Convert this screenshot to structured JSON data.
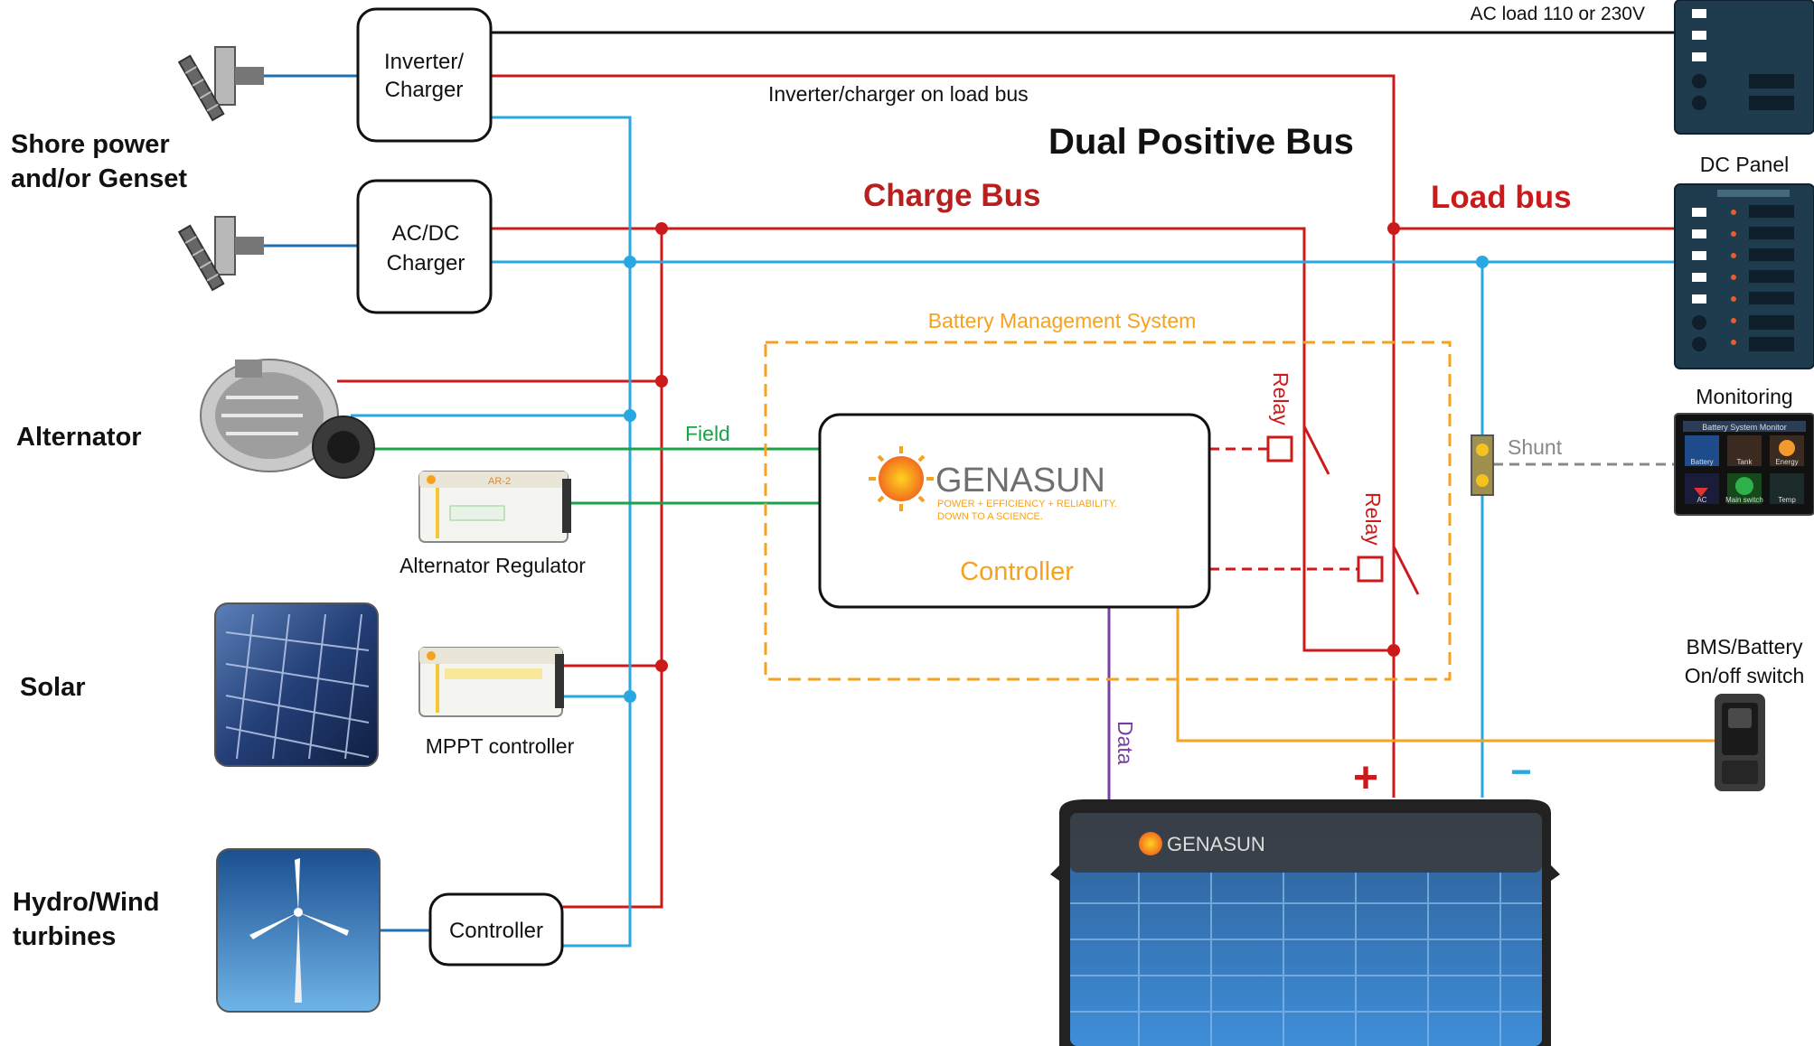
{
  "colors": {
    "black": "#111111",
    "red": "#cc1a1a",
    "blue": "#29a7e1",
    "green": "#19a24a",
    "orange": "#f5a21f",
    "purple": "#7a3ea1",
    "gray": "#888888",
    "panel_navy": "#1f3c4f"
  },
  "heading": {
    "title": "Dual Positive Bus",
    "charge_bus": "Charge Bus",
    "load_bus": "Load bus"
  },
  "sources": {
    "shore_power": {
      "line1": "Shore power",
      "line2": "and/or Genset"
    },
    "alternator": "Alternator",
    "solar": "Solar",
    "hydro_wind": {
      "line1": "Hydro/Wind",
      "line2": "turbines"
    }
  },
  "devices": {
    "inverter_charger": {
      "line1": "Inverter/",
      "line2": "Charger"
    },
    "ac_dc_charger": {
      "line1": "AC/DC",
      "line2": "Charger"
    },
    "alternator_regulator": "Alternator Regulator",
    "alternator_regulator_badge": "AR-2",
    "mppt_controller": "MPPT controller",
    "turbine_controller": "Controller"
  },
  "wires": {
    "ac_load": "AC load 110 or 230V",
    "inverter_on_load_bus": "Inverter/charger on load bus",
    "field": "Field",
    "data": "Data",
    "relay_1": "Relay",
    "relay_2": "Relay",
    "shunt": "Shunt",
    "plus": "+",
    "minus": "−"
  },
  "bms": {
    "label": "Battery Management System",
    "controller": "Controller"
  },
  "brand": {
    "name": "GENASUN",
    "tagline_1": "POWER + EFFICIENCY + RELIABILITY.",
    "tagline_2": "DOWN TO A SCIENCE.",
    "battery_name": "GENASUN"
  },
  "right_side": {
    "dc_panel": "DC Panel",
    "monitoring": "Monitoring",
    "monitor_screen_title": "Battery System Monitor",
    "monitor_tiles": [
      "Battery",
      "Tank",
      "Energy",
      "AC",
      "Main switch",
      "Temp"
    ],
    "bms_switch": {
      "line1": "BMS/Battery",
      "line2": "On/off switch"
    }
  }
}
